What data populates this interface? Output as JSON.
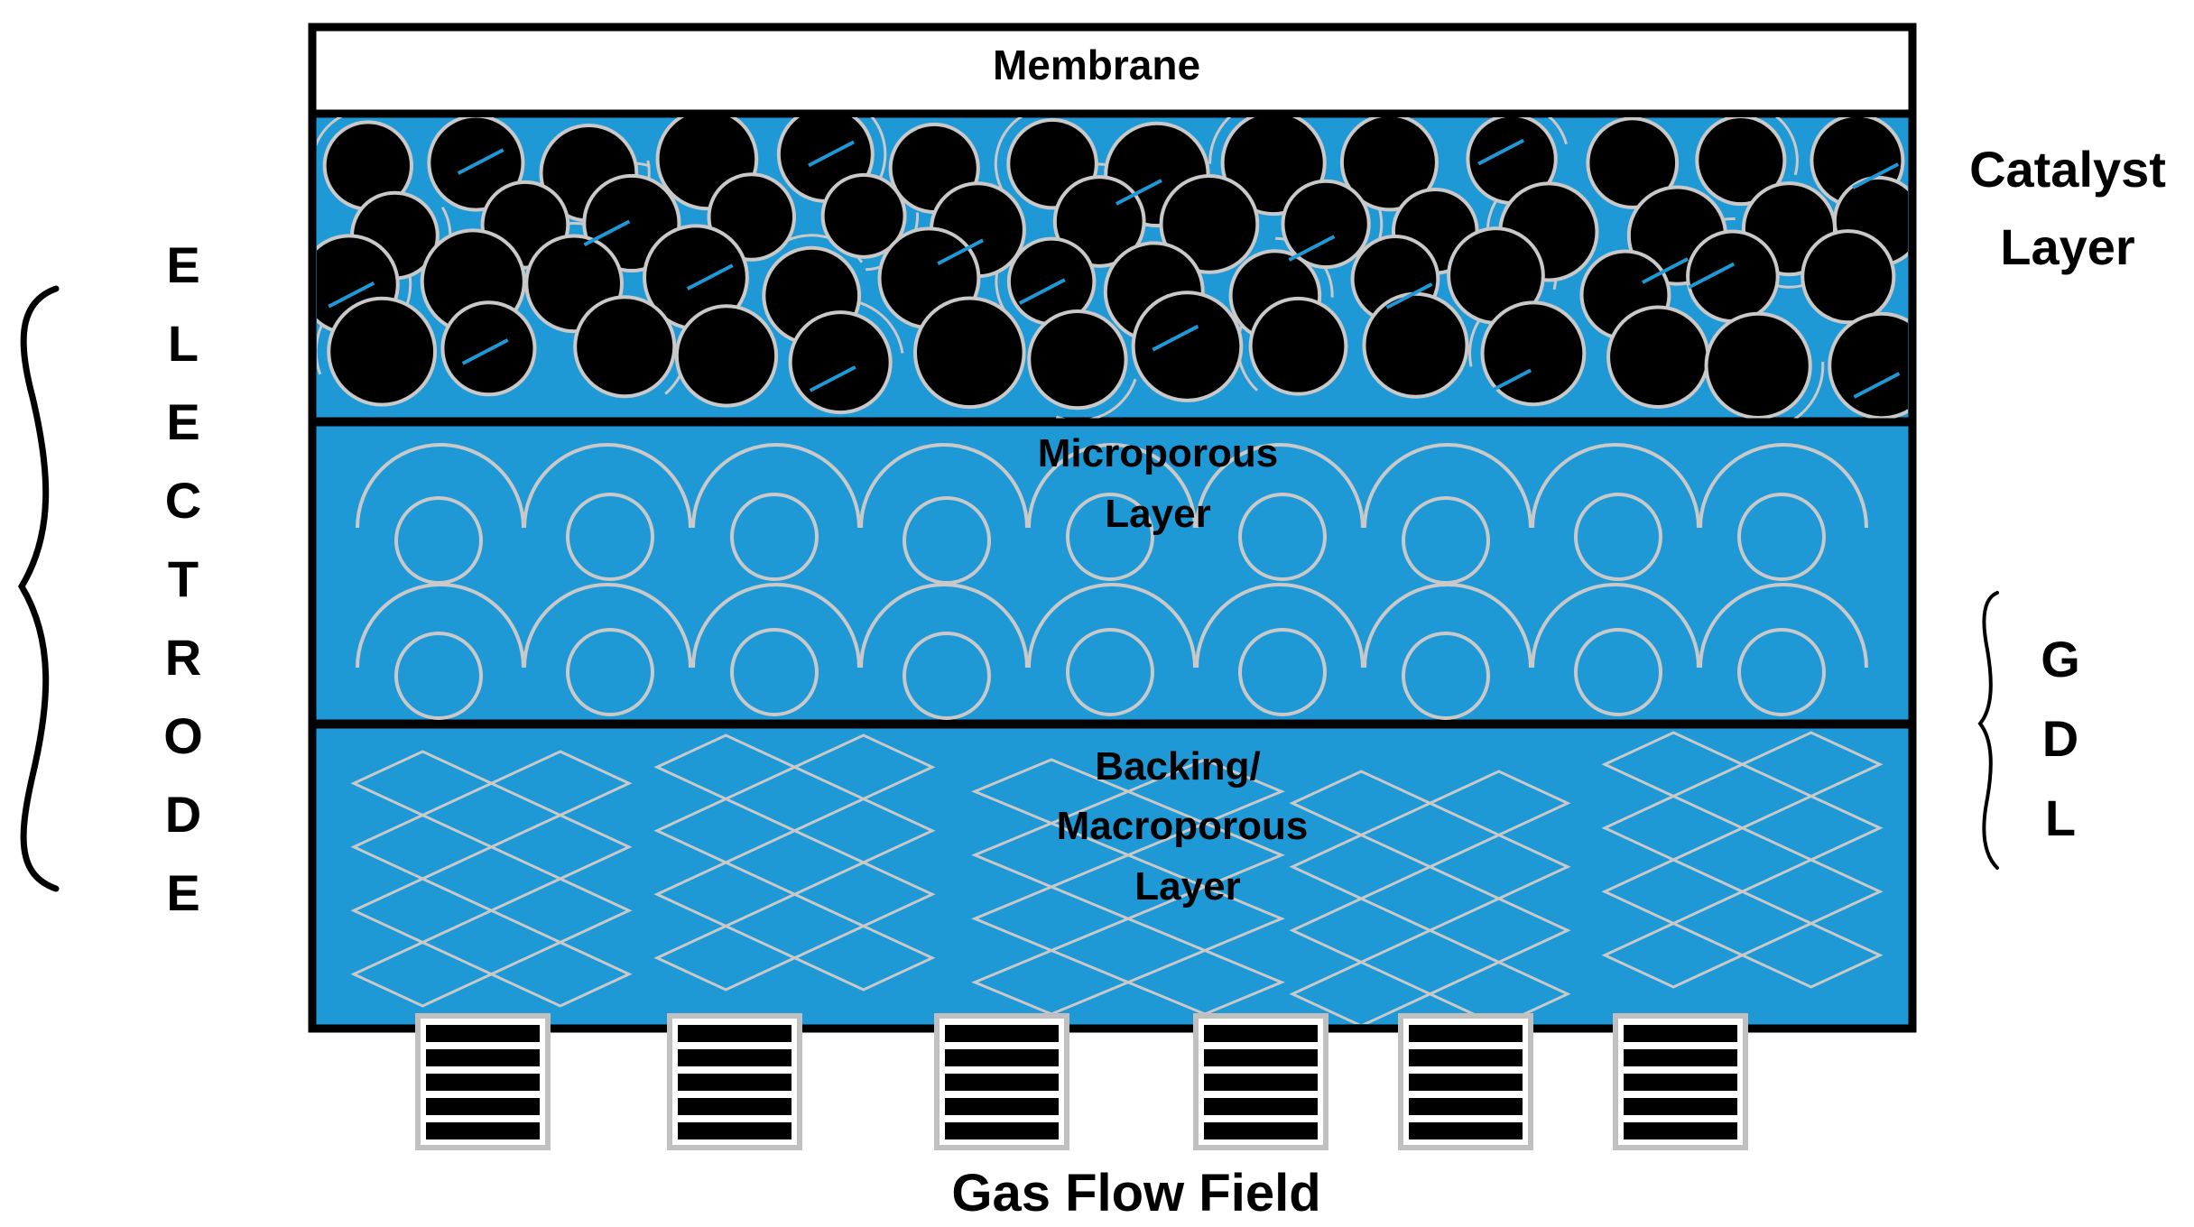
{
  "labels": {
    "membrane": "Membrane",
    "catalyst_line1": "Catalyst",
    "catalyst_line2": "Layer",
    "microporous_line1": "Microporous",
    "microporous_line2": "Layer",
    "backing_line1": "Backing/",
    "backing_line2": "Macroporous",
    "backing_line3": "Layer",
    "gas_flow_field": "Gas Flow Field",
    "electrode_letters": [
      "E",
      "L",
      "E",
      "C",
      "T",
      "R",
      "O",
      "D",
      "E"
    ],
    "gdl_letters": [
      "G",
      "D",
      "L"
    ]
  },
  "colors": {
    "layer_fill": "#1f98d6",
    "particle": "#000000",
    "pattern_line": "#c9c9c9",
    "ionomer": "#1f98d6",
    "outline": "#000000"
  },
  "flow_channels": {
    "count": 6,
    "bars_per_channel": 5
  }
}
